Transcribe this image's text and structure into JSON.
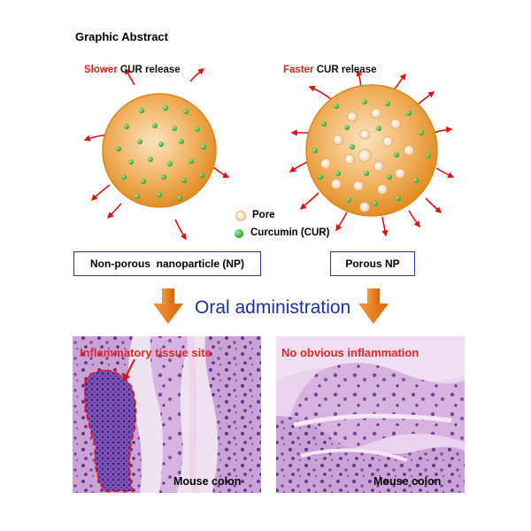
{
  "title": "Graphic Abstract",
  "left_np": {
    "release_keyword": "Slower",
    "release_rest": " CUR release",
    "box_label": "Non-porous  nanoparticle (NP)"
  },
  "right_np": {
    "release_keyword": "Faster",
    "release_rest": " CUR release",
    "box_label": "Porous NP"
  },
  "legend": {
    "pore": "Pore",
    "curcumin": "Curcumin (CUR)"
  },
  "oral_administration": "Oral administration",
  "left_photo": {
    "label_top": "Inflammatory tissue site",
    "label_bottom": "Mouse colon"
  },
  "right_photo": {
    "label_top": "No obvious inflammation",
    "label_bottom": "Mouse colon"
  },
  "colors": {
    "sphere_orange": "#e8962e",
    "sphere_light": "#f8d8a8",
    "curcumin_green": "#2fb52f",
    "arrow_red": "#e01010",
    "down_arrow": "#e8740c",
    "box_border": "#2a3a8a",
    "oral_text": "#1b2fa8",
    "tissue_purple": "#8a4fa3"
  }
}
